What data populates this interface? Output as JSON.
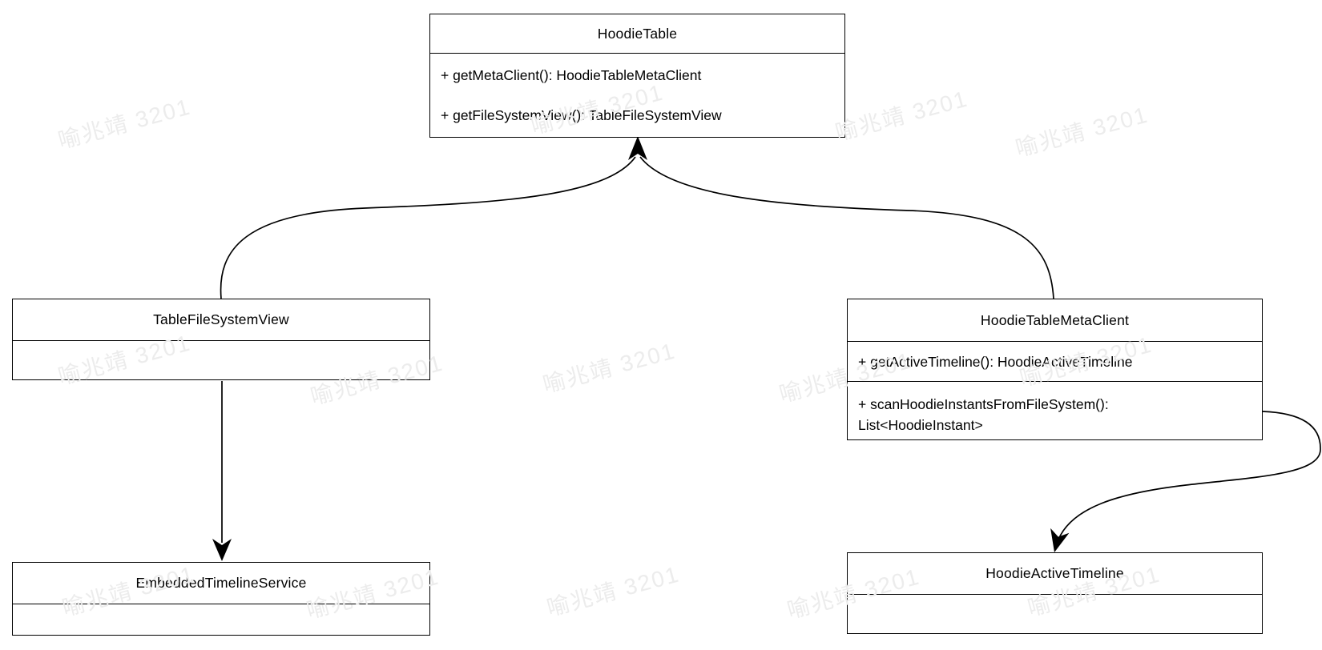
{
  "classes": {
    "hoodieTable": {
      "title": "HoodieTable",
      "members": [
        "+ getMetaClient(): HoodieTableMetaClient",
        "+ getFileSystemView(): TableFileSystemView"
      ]
    },
    "tableFileSystemView": {
      "title": "TableFileSystemView",
      "members": []
    },
    "hoodieTableMetaClient": {
      "title": "HoodieTableMetaClient",
      "members": [
        "+ getActiveTimeline(): HoodieActiveTimeline",
        "+ scanHoodieInstantsFromFileSystem():\nList<HoodieInstant>"
      ]
    },
    "embeddedTimelineService": {
      "title": "EmbeddedTimelineService",
      "members": []
    },
    "hoodieActiveTimeline": {
      "title": "HoodieActiveTimeline",
      "members": []
    }
  },
  "relationships": [
    {
      "from": "TableFileSystemView",
      "to": "HoodieTable",
      "style": "curved-arrow-up"
    },
    {
      "from": "HoodieTableMetaClient",
      "to": "HoodieTable",
      "style": "curved-arrow-up"
    },
    {
      "from": "TableFileSystemView",
      "to": "EmbeddedTimelineService",
      "style": "straight-arrow-down"
    },
    {
      "from": "HoodieTableMetaClient",
      "to": "HoodieActiveTimeline",
      "style": "s-curve-arrow-down"
    }
  ],
  "watermark": {
    "text": "喻兆靖 3201",
    "color": "#ececec"
  },
  "colors": {
    "stroke": "#000000",
    "background": "#ffffff",
    "box_fill": "#ffffff",
    "text": "#000000"
  }
}
